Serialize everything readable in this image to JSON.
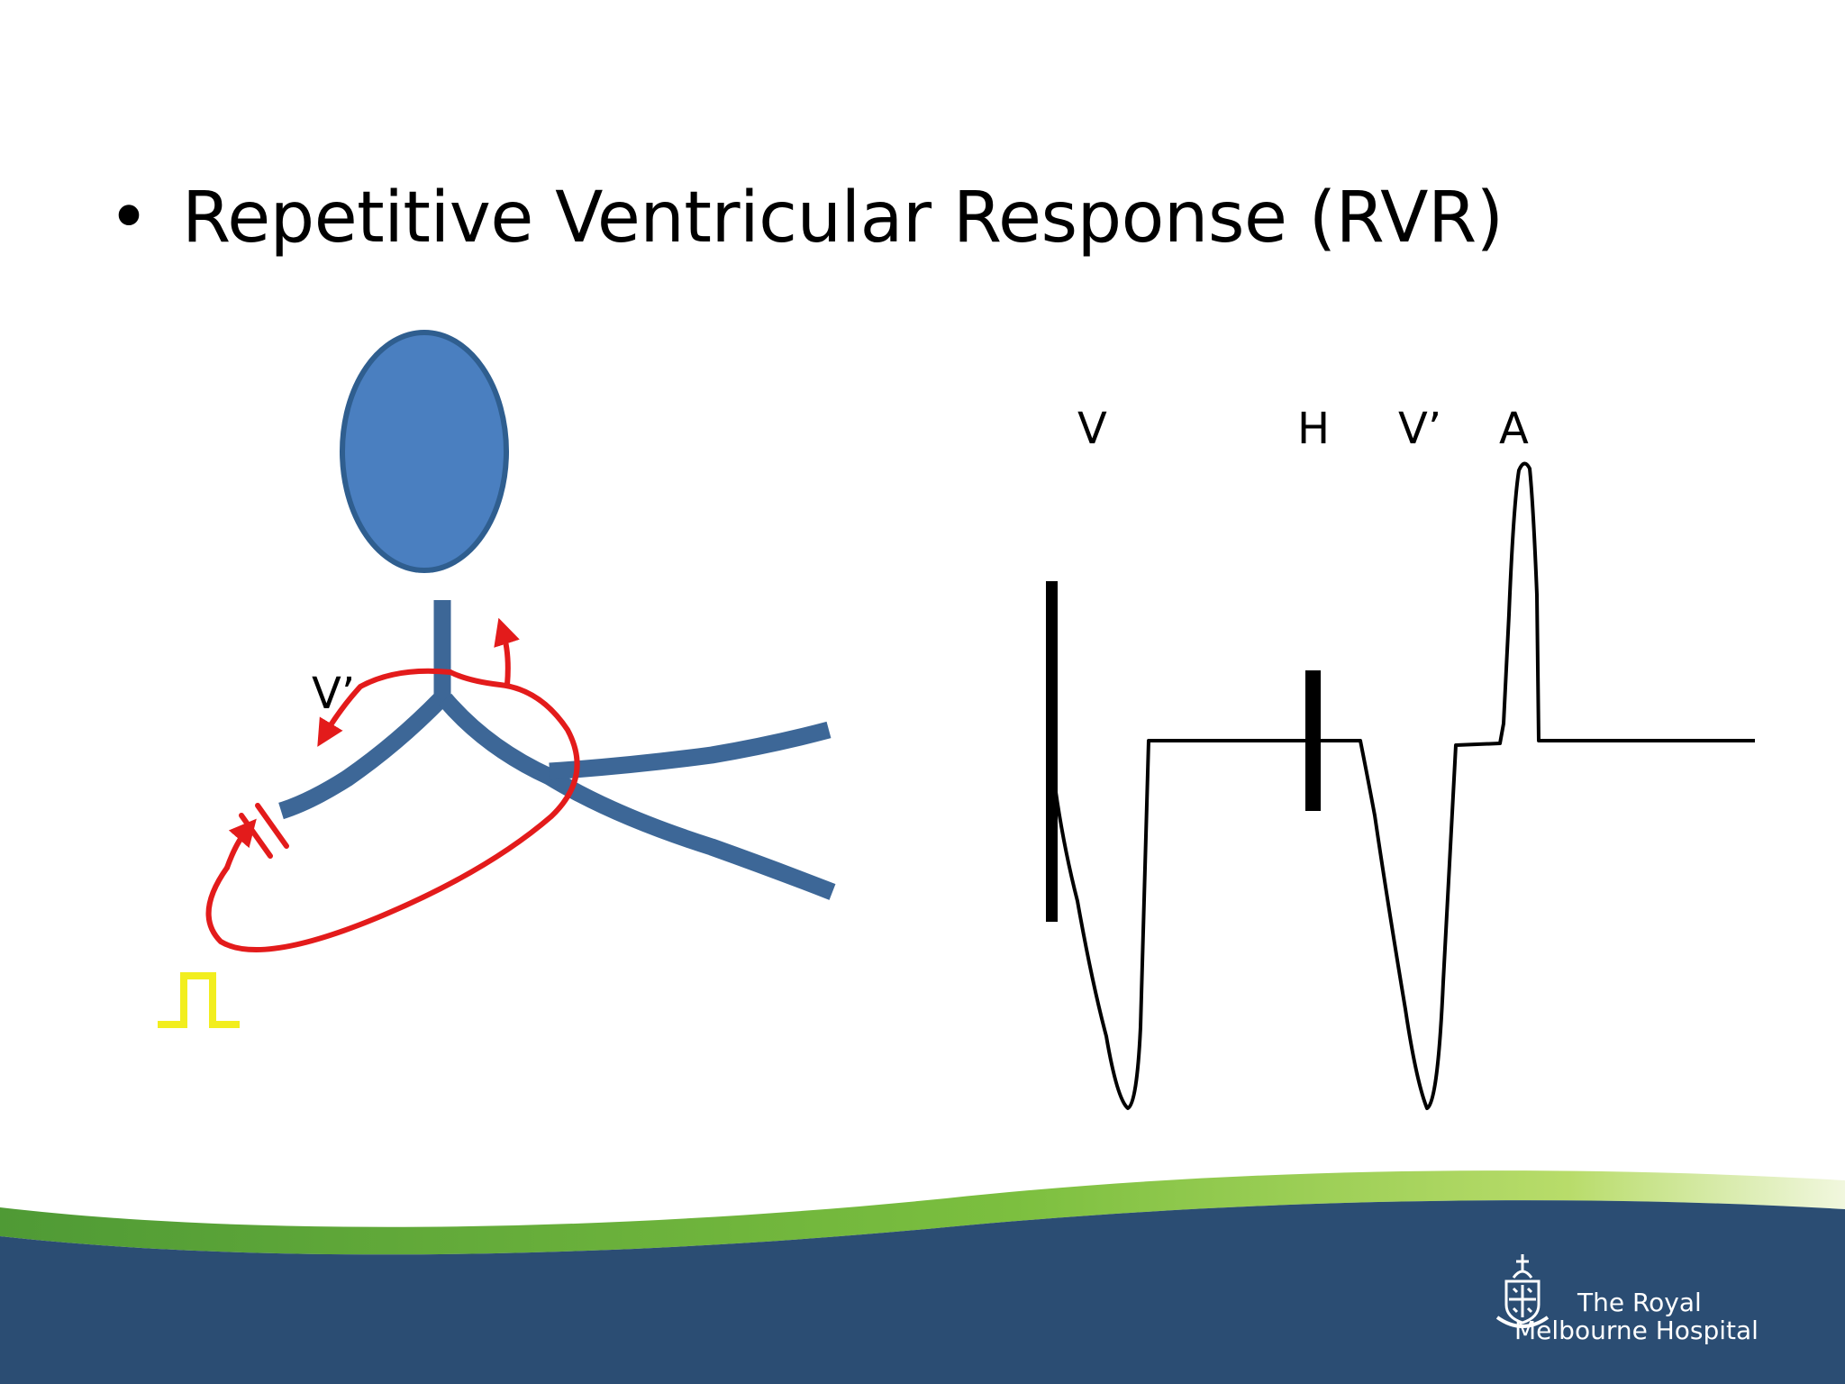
{
  "slide": {
    "bullet_symbol": "•",
    "bullet_text": "Repetitive Ventricular Response (RVR)"
  },
  "conduction_diagram": {
    "reentry_label": "V’"
  },
  "waveform": {
    "labels": [
      "V",
      "H",
      "V’",
      "A"
    ]
  },
  "footer": {
    "org_line1": "The Royal",
    "org_line2": "Melbourne Hospital"
  },
  "colors": {
    "conduction_blue": "#4a78b2",
    "conduction_outline": "#2f5e8f",
    "reentry_red": "#e31b1b",
    "stimulus_yellow": "#f2ee1e",
    "footer_navy": "#2b4d73",
    "footer_green": "#7cb342"
  }
}
